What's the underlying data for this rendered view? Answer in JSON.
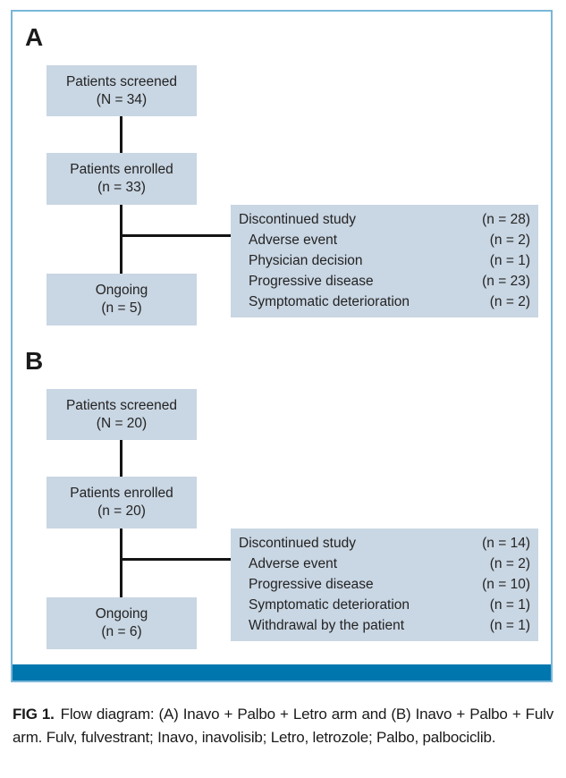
{
  "figure": {
    "panels": [
      {
        "label": "A",
        "screened": {
          "title": "Patients screened",
          "count": "(N = 34)"
        },
        "enrolled": {
          "title": "Patients enrolled",
          "count": "(n = 33)"
        },
        "ongoing": {
          "title": "Ongoing",
          "count": "(n = 5)"
        },
        "discontinued": [
          {
            "label": "Discontinued study",
            "value": "(n = 28)"
          },
          {
            "label": "Adverse event",
            "value": "(n = 2)"
          },
          {
            "label": "Physician decision",
            "value": "(n = 1)"
          },
          {
            "label": "Progressive disease",
            "value": "(n = 23)"
          },
          {
            "label": "Symptomatic deterioration",
            "value": "(n = 2)"
          }
        ]
      },
      {
        "label": "B",
        "screened": {
          "title": "Patients screened",
          "count": "(N = 20)"
        },
        "enrolled": {
          "title": "Patients enrolled",
          "count": "(n = 20)"
        },
        "ongoing": {
          "title": "Ongoing",
          "count": "(n = 6)"
        },
        "discontinued": [
          {
            "label": "Discontinued study",
            "value": "(n = 14)"
          },
          {
            "label": "Adverse event",
            "value": "(n = 2)"
          },
          {
            "label": "Progressive disease",
            "value": "(n = 10)"
          },
          {
            "label": "Symptomatic deterioration",
            "value": "(n = 1)"
          },
          {
            "label": "Withdrawal by the patient",
            "value": "(n = 1)"
          }
        ]
      }
    ]
  },
  "caption": {
    "fig_label": "FIG 1.",
    "text": "Flow diagram: (A) Inavo + Palbo + Letro arm and (B) Inavo + Palbo + Fulv arm. Fulv, fulvestrant; Inavo, inavolisib; Letro, letrozole; Palbo, palbociclib."
  },
  "colors": {
    "box-fill": "#c9d6e3",
    "frame-border": "#79b6d9",
    "accent-bar": "#0076ae",
    "line": "#141414",
    "text": "#232323"
  }
}
